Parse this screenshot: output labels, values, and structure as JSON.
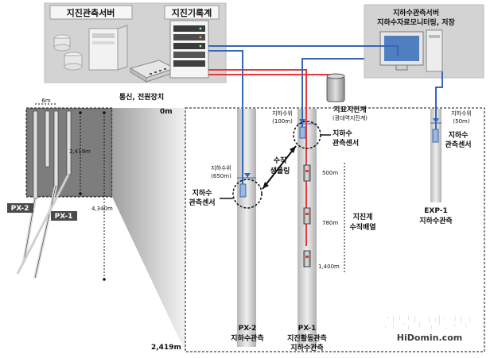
{
  "top": {
    "server_box_title": "지진관측서버",
    "recorder_box_title": "지진기록계",
    "comm_label": "통신, 전원장치",
    "monitor_title_1": "지하수관측서버",
    "monitor_title_2": "지하수자료모니터링, 저장"
  },
  "left": {
    "width_label": "6m",
    "depth_label_1": "2,419m",
    "depth_label_2": "4,340m",
    "px2_tag": "PX-2",
    "px1_tag": "PX-1",
    "surface_label": "0m",
    "bottom_label": "2,419m"
  },
  "wells": {
    "px2_level_1": "지하수위",
    "px2_level_2": "(650m)",
    "px2_sensor_1": "지하수",
    "px2_sensor_2": "관측센서",
    "px2_name": "PX-2",
    "px2_desc": "지하수관측",
    "px1_level_1": "지하수위",
    "px1_level_2": "(100m)",
    "px1_sensor_1": "지하수",
    "px1_sensor_2": "관측센서",
    "px1_name": "PX-1",
    "px1_desc_1": "지진활동관측",
    "px1_desc_2": "지하수관측",
    "surface_seis_1": "지표지진계",
    "surface_seis_2": "(광대역지진계)",
    "vertical_sampling_1": "수직",
    "vertical_sampling_2": "샘플링",
    "depth_500": "500m",
    "depth_780": "780m",
    "depth_1400": "1,400m",
    "array_1": "지진계",
    "array_2": "수직배열",
    "exp1_level_1": "지하수위",
    "exp1_level_2": "(50m)",
    "exp1_sensor_1": "지하수",
    "exp1_sensor_2": "관측센서",
    "exp1_name": "EXP-1",
    "exp1_desc": "지하수관측"
  },
  "watermark": {
    "line1": "경북도민일보",
    "line2": "HiDomin.com"
  },
  "colors": {
    "panel_gray": "#d9d9d9",
    "seismic_red": "#e23a3a",
    "water_blue": "#3567b5",
    "well_gray": "#c4c4c4",
    "tag_dark": "#4a4a4a"
  }
}
